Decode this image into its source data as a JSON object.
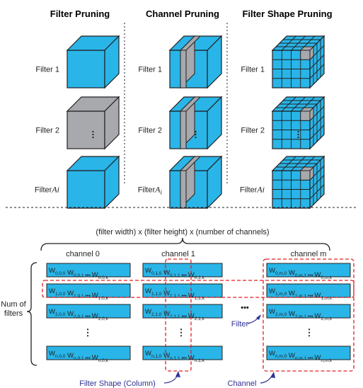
{
  "top": {
    "sections": [
      {
        "title": "Filter Pruning",
        "kind": "filter"
      },
      {
        "title": "Channel Pruning",
        "kind": "channel"
      },
      {
        "title": "Filter Shape Pruning",
        "kind": "shape"
      }
    ],
    "row_labels": [
      "Filter 1",
      "Filter 2",
      "Filter"
    ],
    "last_suffix": {
      "base": "A",
      "subscript": "i"
    }
  },
  "bottom": {
    "dimension_label": "(filter width) x (filter height) x (number of channels)",
    "channel_headers": [
      "channel 0",
      "channel 1",
      "channel m"
    ],
    "side_label": [
      "Num of",
      "filters"
    ],
    "annotations": {
      "filter": "Filter",
      "filter_shape": "Filter Shape (Column)",
      "channel": "Channel"
    },
    "matrix_rows": [
      {
        "r": "0",
        "groups": [
          [
            "0,0,0",
            "0,0,1",
            "0,0,k"
          ],
          [
            "0,1,0",
            "0,1,1",
            "0,1,k"
          ],
          [
            "0,m,0",
            "0,m,1",
            "0,m,k"
          ]
        ]
      },
      {
        "r": "1",
        "groups": [
          [
            "1,0,0",
            "1,0,1",
            "1,0,k"
          ],
          [
            "1,1,0",
            "1,1,1",
            "1,1,k"
          ],
          [
            "1,m,0",
            "1,m,1",
            "1,m,k"
          ]
        ]
      },
      {
        "r": "2",
        "groups": [
          [
            "2,0,0",
            "2,0,1",
            "2,0,k"
          ],
          [
            "2,1,0",
            "2,1,1",
            "2,1,k"
          ],
          [
            "2,m,0",
            "2,m,1",
            "2,m,k"
          ]
        ]
      },
      {
        "r": "n",
        "groups": [
          [
            "n,0,0",
            "n,0,1",
            "n,0,k"
          ],
          [
            "n,1,0",
            "n,1,1",
            "n,1,k"
          ],
          [
            "n,m,0",
            "n,m,1",
            "n,m,k"
          ]
        ]
      }
    ]
  },
  "colors": {
    "cyan": "#29b5e8",
    "gray": "#a7a9ac",
    "red": "#e31e24",
    "navy": "#2e3192",
    "ink": "#231f20"
  }
}
